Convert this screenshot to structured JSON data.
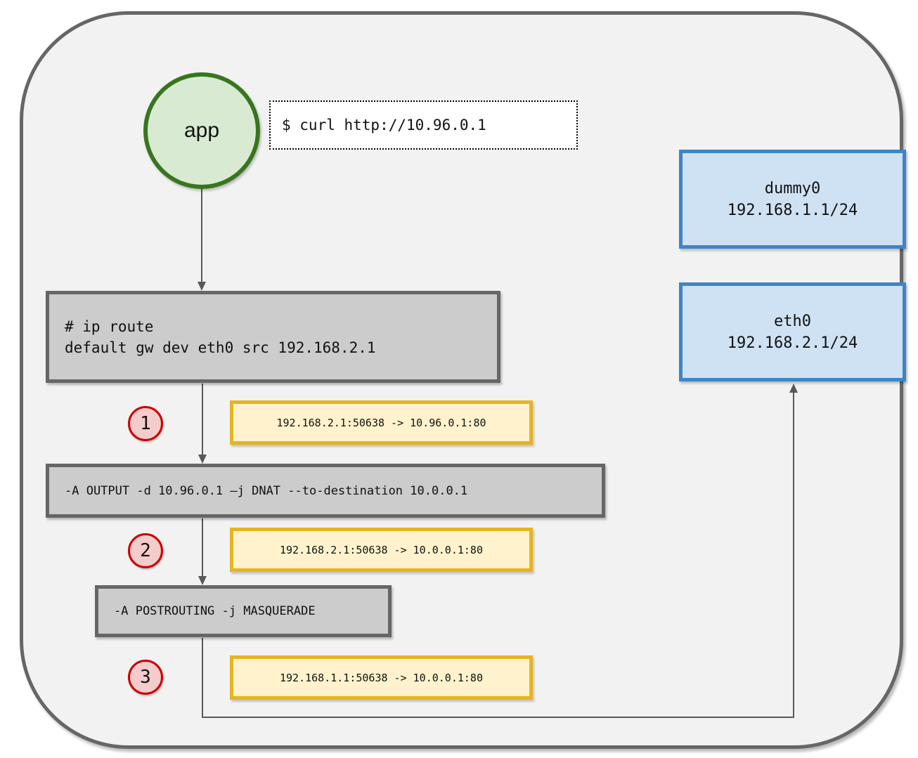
{
  "app_node": {
    "label": "app"
  },
  "curl_box": {
    "text": "$ curl http://10.96.0.1"
  },
  "interfaces": [
    {
      "name": "dummy0",
      "cidr": "192.168.1.1/24"
    },
    {
      "name": "eth0",
      "cidr": "192.168.2.1/24"
    }
  ],
  "route_box": {
    "line1": "# ip route",
    "line2": "default gw dev eth0 src 192.168.2.1"
  },
  "iptables": [
    {
      "rule": "-A OUTPUT -d 10.96.0.1 –j DNAT --to-destination 10.0.0.1"
    },
    {
      "rule": "-A POSTROUTING -j MASQUERADE"
    }
  ],
  "steps": [
    {
      "number": "1",
      "packet": "192.168.2.1:50638 -> 10.96.0.1:80"
    },
    {
      "number": "2",
      "packet": "192.168.2.1:50638 -> 10.0.0.1:80"
    },
    {
      "number": "3",
      "packet": "192.168.1.1:50638 -> 10.0.0.1:80"
    }
  ],
  "colors": {
    "container_fill": "#f2f2f2",
    "container_border": "#666666",
    "app_fill": "#d9ead3",
    "app_border": "#38761d",
    "interface_fill": "#cfe2f3",
    "interface_border": "#3d85c6",
    "command_fill": "#cccccc",
    "command_border": "#666666",
    "packet_fill": "#fff2cc",
    "packet_border": "#e6b422",
    "badge_fill": "#f4cccc",
    "badge_border": "#cc0000",
    "connector": "#595959"
  }
}
